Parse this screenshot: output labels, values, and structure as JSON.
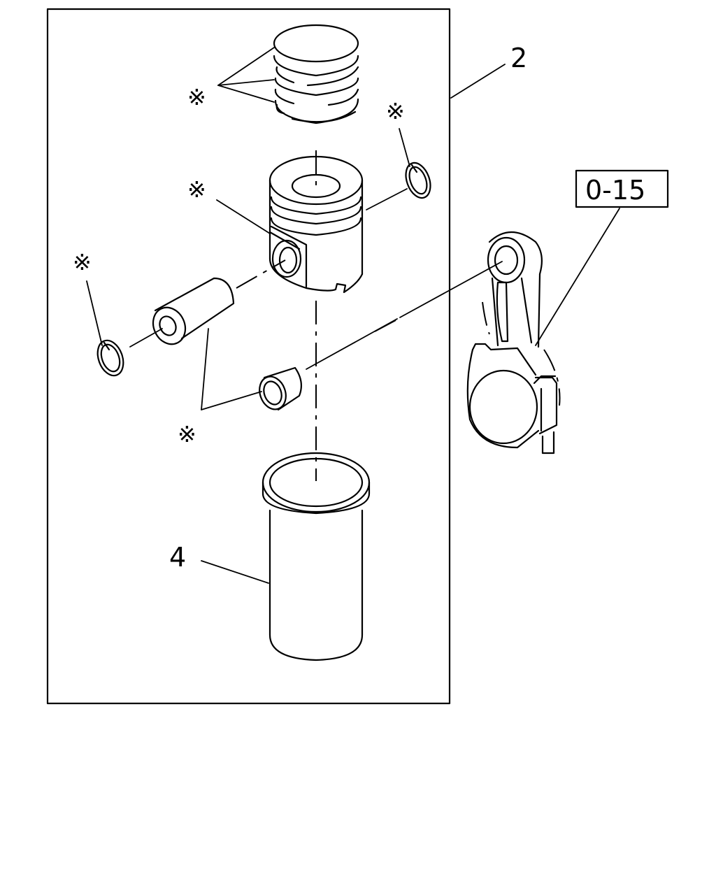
{
  "labels": {
    "assembly_number": "2",
    "liner_number": "4",
    "reference_box": "0-15",
    "asterisk": "※"
  }
}
